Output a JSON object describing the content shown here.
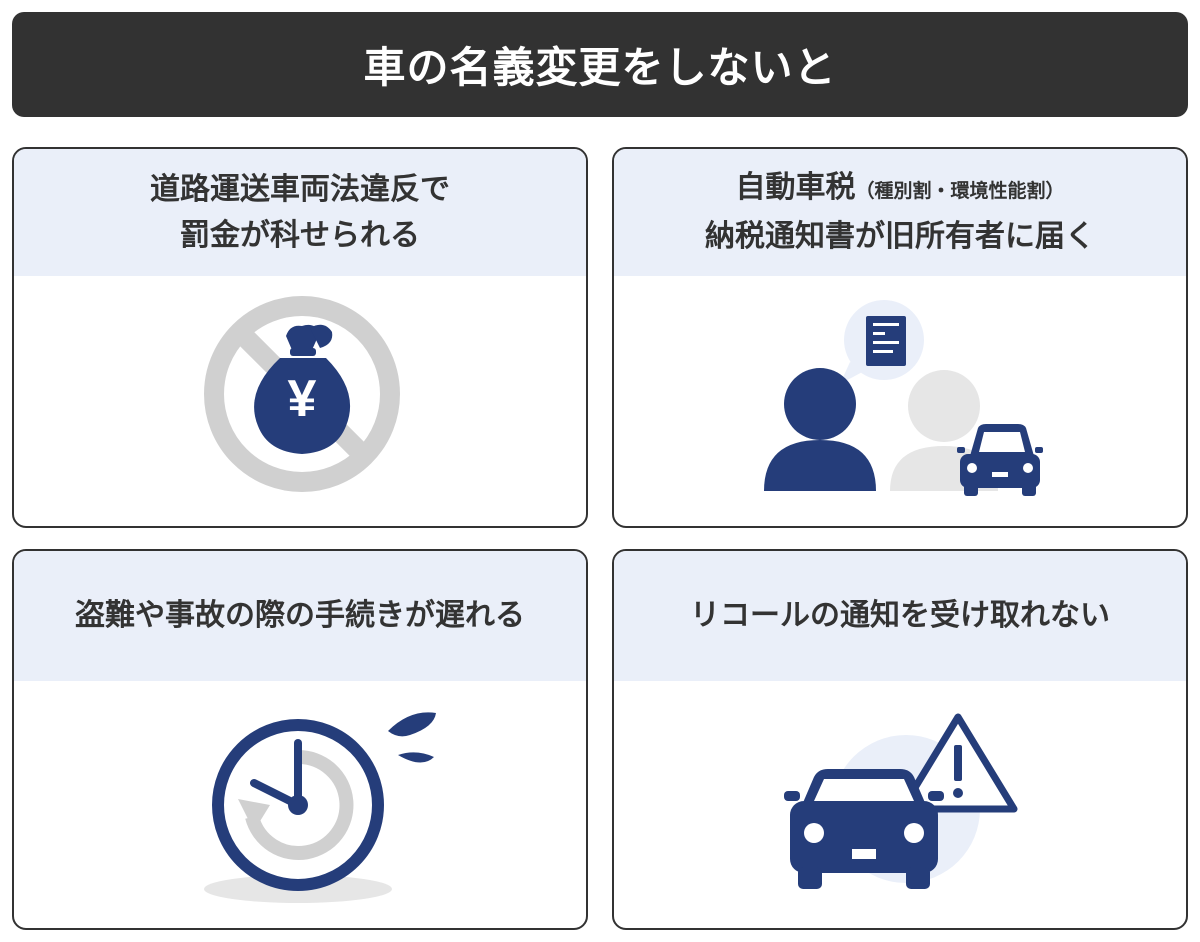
{
  "header": {
    "title": "車の名義変更をしないと"
  },
  "cards": [
    {
      "line1": "道路運送車両法違反で",
      "line2": "罰金が科せられる",
      "icon_text": "¥",
      "icon": "prohibited-money-bag-icon"
    },
    {
      "line1_main": "自動車税",
      "line1_sub": "（種別割・環境性能割）",
      "line2": "納税通知書が旧所有者に届く",
      "icon": "people-notice-car-icon"
    },
    {
      "line1": "盗難や事故の際の手続きが遅れる",
      "icon": "clock-sweat-icon"
    },
    {
      "line1": "リコールの通知を受け取れない",
      "icon": "car-warning-icon"
    }
  ],
  "colors": {
    "title_bg": "#323232",
    "header_bg": "#eaeff9",
    "navy": "#253d7a",
    "gray": "#d0d0d0",
    "light_gray": "#e6e6e6",
    "pale_blue": "#eaeff9"
  }
}
